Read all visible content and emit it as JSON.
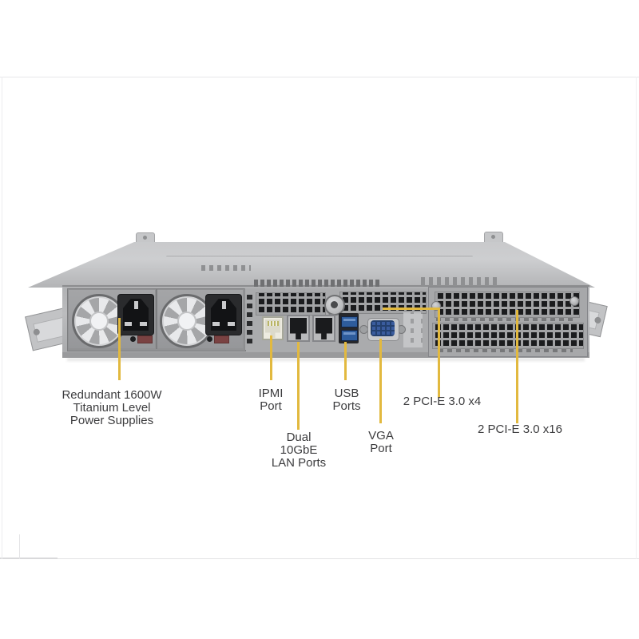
{
  "figure": {
    "description_visible_text_only": "",
    "callouts": {
      "psu": {
        "label": "Redundant 1600W\nTitanium Level\nPower Supplies"
      },
      "ipmi": {
        "label": "IPMI\nPort"
      },
      "lan": {
        "label": "Dual\n10GbE\nLAN Ports"
      },
      "usb": {
        "label": "USB\nPorts"
      },
      "vga": {
        "label": "VGA\nPort"
      },
      "pcie_x4": {
        "label": "2 PCI-E 3.0 x4"
      },
      "pcie_x16": {
        "label": "2 PCI-E 3.0 x16"
      }
    }
  },
  "colors": {
    "callout_line": "#E2B93F",
    "label_text": "#3C3C3E",
    "chassis_metal": "#B5B6B8",
    "usb_blue": "#2E5C9C",
    "vga_blue": "#3A5C9E"
  }
}
